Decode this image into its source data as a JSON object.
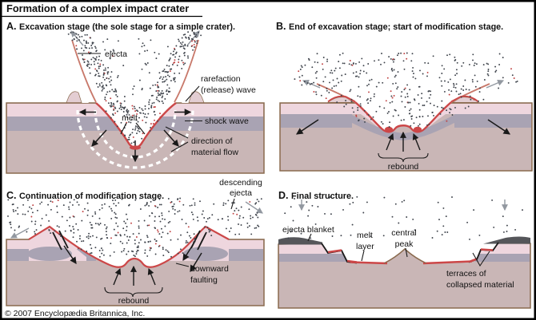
{
  "title": "Formation of a complex impact crater",
  "copyright": "© 2007 Encyclopædia Britannica, Inc.",
  "colors": {
    "melt_red": "#cc4748",
    "ground": "#c9b6b6",
    "layer_pink": "#eed6de",
    "layer_gray": "#a9a3b3",
    "outline": "#8a6a4e",
    "ejecta_dot": "#3f444c",
    "ejecta_dot_red": "#c04040",
    "ejecta_blanket": "#55565a"
  },
  "panels": {
    "a": {
      "letter": "A.",
      "heading": "Excavation stage (the sole stage for a simple crater).",
      "ejecta": "ejecta",
      "rarefaction_1": "rarefaction",
      "rarefaction_2": "(release) wave",
      "melt": "melt",
      "shock_wave": "shock wave",
      "flow_1": "direction of",
      "flow_2": "material flow"
    },
    "b": {
      "letter": "B.",
      "heading": "End of excavation stage; start of modification stage.",
      "rebound": "rebound"
    },
    "c": {
      "letter": "C.",
      "heading": "Continuation of modification stage.",
      "descending_1": "descending",
      "descending_2": "ejecta",
      "faulting_1": "downward",
      "faulting_2": "faulting",
      "rebound": "rebound"
    },
    "d": {
      "letter": "D.",
      "heading": "Final structure.",
      "ejecta_blanket": "ejecta blanket",
      "melt_1": "melt",
      "melt_2": "layer",
      "peak_1": "central",
      "peak_2": "peak",
      "terraces_1": "terraces of",
      "terraces_2": "collapsed material"
    }
  }
}
